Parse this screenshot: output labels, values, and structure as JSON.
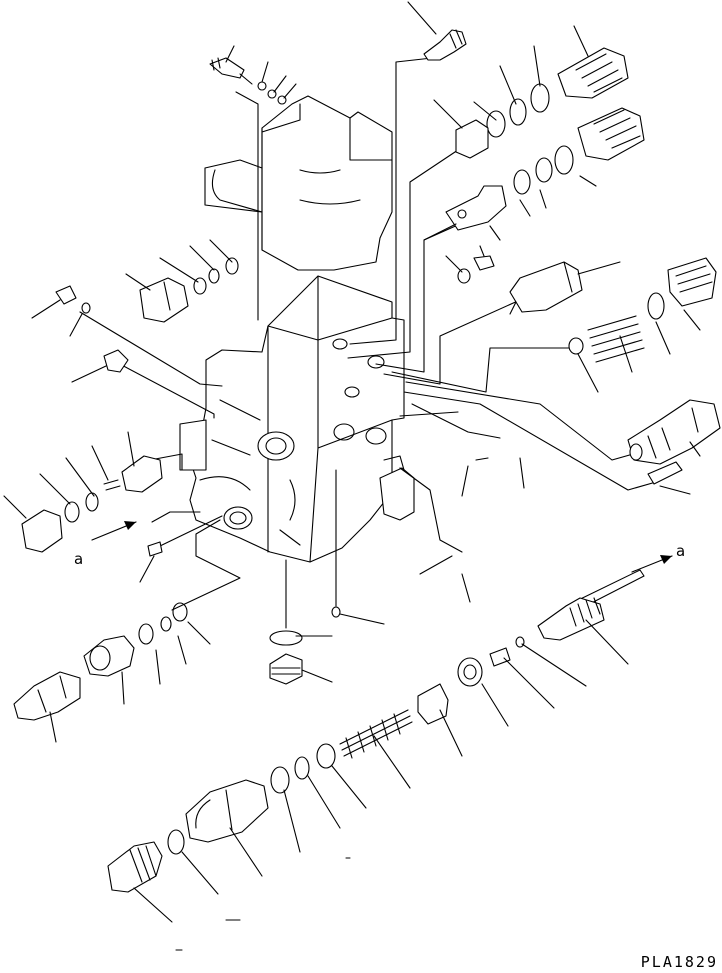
{
  "drawing_code": "PLA1829",
  "marker_labels": [
    "a",
    "a"
  ],
  "ink_color": "#000000",
  "paper_color": "#ffffff"
}
